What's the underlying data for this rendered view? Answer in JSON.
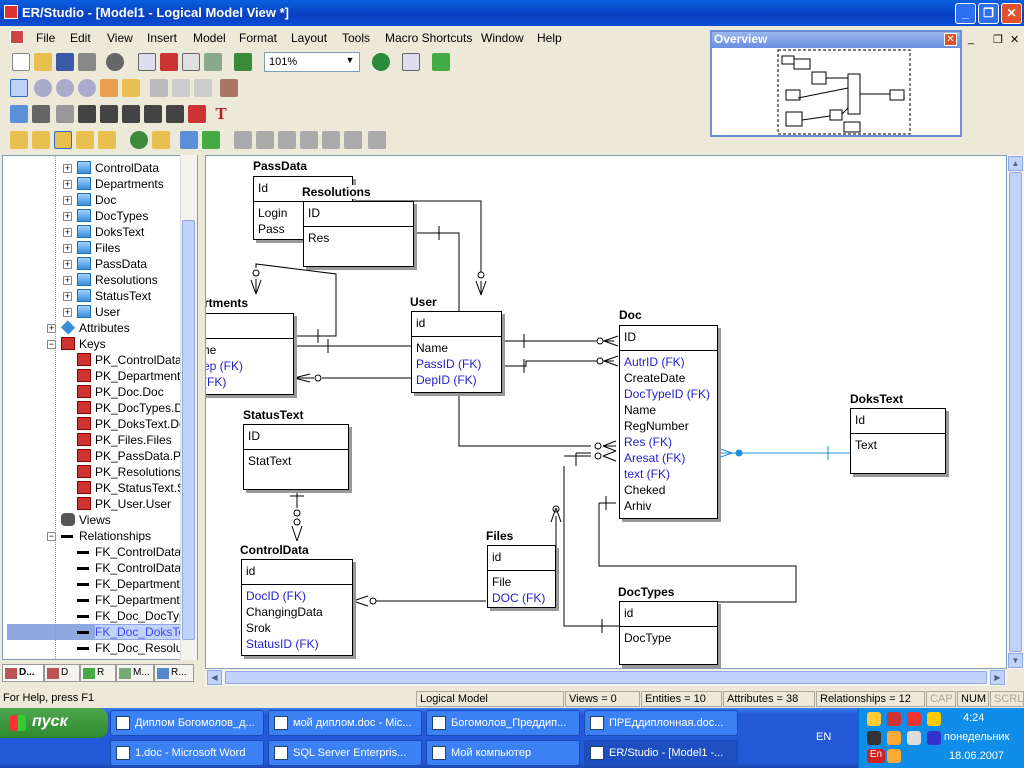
{
  "window": {
    "title": "ER/Studio - [Model1 - Logical Model View *]",
    "controls": [
      "_",
      "❐",
      "✕"
    ],
    "mdi_controls": [
      "_",
      "❐",
      "✕"
    ]
  },
  "menu": [
    "File",
    "Edit",
    "View",
    "Insert",
    "Model",
    "Format",
    "Layout",
    "Tools",
    "Macro Shortcuts",
    "Window",
    "Help"
  ],
  "toolbar": {
    "zoom": "101%",
    "zoom_arrow": "▼",
    "text_tool": "T"
  },
  "overview": {
    "title": "Overview",
    "close": "✕"
  },
  "tree": {
    "entities": [
      "ControlData",
      "Departments",
      "Doc",
      "DocTypes",
      "DoksText",
      "Files",
      "PassData",
      "Resolutions",
      "StatusText",
      "User"
    ],
    "attributes_label": "Attributes",
    "keys_label": "Keys",
    "keys": [
      "PK_ControlData.C",
      "PK_Departments.",
      "PK_Doc.Doc",
      "PK_DocTypes.Do",
      "PK_DoksText.Dc",
      "PK_Files.Files",
      "PK_PassData.Pa",
      "PK_Resolutions.F",
      "PK_StatusText.S",
      "PK_User.User"
    ],
    "views_label": "Views",
    "relationships_label": "Relationships",
    "relationships": [
      "FK_ControlData_",
      "FK_ControlData_",
      "FK_Departments_",
      "FK_Departments_",
      "FK_Doc_DocTyp",
      "FK_Doc_DoksTe",
      "FK_Doc_Resolut"
    ],
    "selected_index": 5
  },
  "tree_tabs": [
    "D...",
    "D",
    "R",
    "M...",
    "R..."
  ],
  "entities": {
    "passdata": {
      "title": "PassData",
      "pk": [
        "Id"
      ],
      "attrs": [
        {
          "t": "Login"
        },
        {
          "t": "Pass"
        }
      ]
    },
    "resolutions": {
      "title": "Resolutions",
      "pk": [
        "ID"
      ],
      "attrs": [
        {
          "t": "Res"
        }
      ]
    },
    "departments": {
      "title": "rtments",
      "pk": [
        ""
      ],
      "attrs": [
        {
          "t": "ne"
        },
        {
          "t": "ep (FK)",
          "fk": true
        },
        {
          "t": "(FK)",
          "fk": true
        }
      ]
    },
    "user": {
      "title": "User",
      "pk": [
        "id"
      ],
      "attrs": [
        {
          "t": "Name"
        },
        {
          "t": "PassID (FK)",
          "fk": true
        },
        {
          "t": "DepID (FK)",
          "fk": true
        }
      ]
    },
    "doc": {
      "title": "Doc",
      "pk": [
        "ID"
      ],
      "attrs": [
        {
          "t": "AutrID (FK)",
          "fk": true
        },
        {
          "t": "CreateDate"
        },
        {
          "t": "DocTypeID (FK)",
          "fk": true
        },
        {
          "t": "Name"
        },
        {
          "t": "RegNumber"
        },
        {
          "t": "Res (FK)",
          "fk": true
        },
        {
          "t": "Aresat (FK)",
          "fk": true
        },
        {
          "t": "text (FK)",
          "fk": true
        },
        {
          "t": "Cheked"
        },
        {
          "t": "Arhiv"
        }
      ]
    },
    "dokstext": {
      "title": "DoksText",
      "pk": [
        "Id"
      ],
      "attrs": [
        {
          "t": "Text"
        }
      ]
    },
    "statustext": {
      "title": "StatusText",
      "pk": [
        "ID"
      ],
      "attrs": [
        {
          "t": "StatText"
        }
      ]
    },
    "controldata": {
      "title": "ControlData",
      "pk": [
        "id"
      ],
      "attrs": [
        {
          "t": "DocID (FK)",
          "fk": true
        },
        {
          "t": "ChangingData"
        },
        {
          "t": "Srok"
        },
        {
          "t": "StatusID (FK)",
          "fk": true
        }
      ]
    },
    "files": {
      "title": "Files",
      "pk": [
        "id"
      ],
      "attrs": [
        {
          "t": "File"
        },
        {
          "t": "DOC (FK)",
          "fk": true
        }
      ]
    },
    "doctypes": {
      "title": "DocTypes",
      "pk": [
        "id"
      ],
      "attrs": [
        {
          "t": "DocType"
        }
      ]
    }
  },
  "status": {
    "help": "For Help, press F1",
    "model": "Logical Model",
    "views": "Views = 0",
    "entities": "Entities = 10",
    "attributes": "Attributes = 38",
    "relationships": "Relationships = 12",
    "cap": "CAP",
    "num": "NUM",
    "scrl": "SCRL"
  },
  "taskbar": {
    "start": "пуск",
    "tasks": [
      "Диплом Богомолов_д...",
      "мой диплом.doc - Mic...",
      "Богомолов_Преддип...",
      "ПРЕддиплонная.doc...",
      "1.doc - Microsoft Word",
      "SQL Server Enterpris...",
      "Мой компьютер",
      "ER/Studio - [Model1 -..."
    ],
    "active_task": 7,
    "lang": "EN",
    "tray_lang": "En",
    "time": "4:24",
    "day": "понедельник",
    "date": "18.06.2007"
  },
  "colors": {
    "fk_text": "#2222cc",
    "selected_rel": "#1e90d8",
    "taskbar": "#2459d8"
  }
}
